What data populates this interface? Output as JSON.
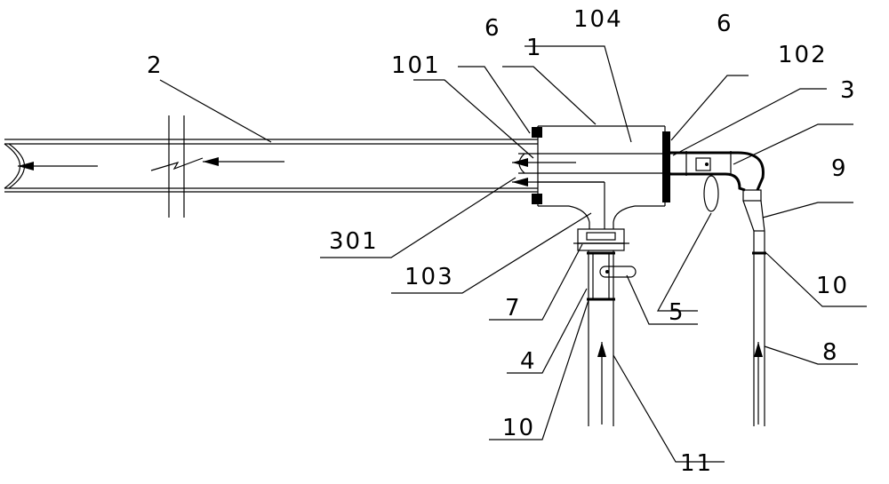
{
  "labels": {
    "l6a": "6",
    "l104": "104",
    "l6b": "6",
    "l101": "101",
    "l1": "1",
    "l102": "102",
    "l2": "2",
    "l3": "3",
    "l9": "9",
    "l301": "301",
    "l103": "103",
    "l10a": "10",
    "l7": "7",
    "l5": "5",
    "l4": "4",
    "l8": "8",
    "l10b": "10",
    "l11": "11"
  }
}
